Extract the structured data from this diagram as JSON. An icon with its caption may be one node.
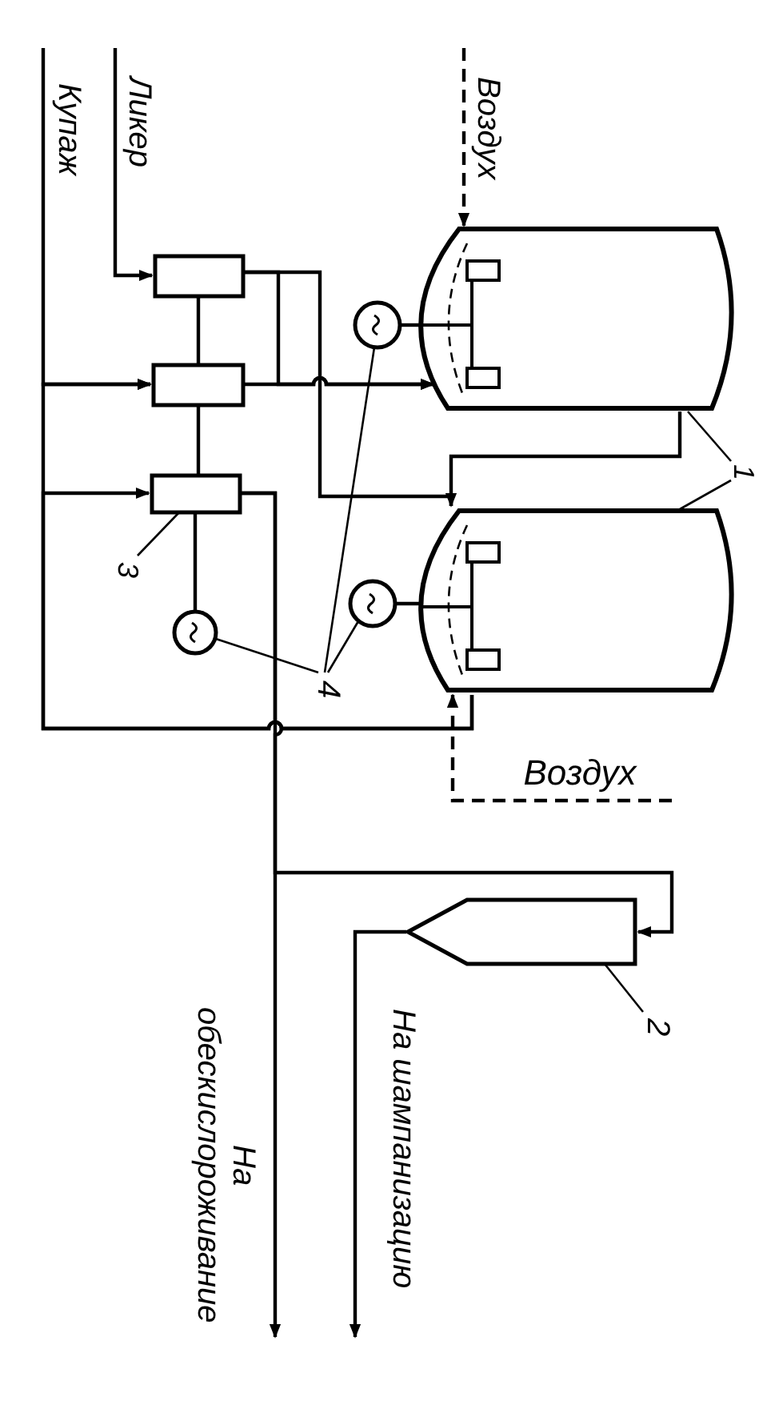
{
  "diagram": {
    "nodes": [
      {
        "text": [
          "Ликер"
        ]
      },
      {
        "text": [
          "Купаж"
        ]
      },
      {
        "text": [
          "Воздух"
        ]
      },
      {
        "text": [],
        "shape": "cylinder"
      },
      {
        "text": [],
        "shape": "cylinder"
      },
      {
        "text": [],
        "shape": "box"
      },
      {
        "text": [],
        "shape": "box"
      },
      {
        "text": [],
        "shape": "box"
      },
      {
        "text": [],
        "shape": "circle"
      },
      {
        "text": [],
        "shape": "circle"
      },
      {
        "text": [],
        "shape": "circle"
      },
      {
        "text": [],
        "shape": "box"
      },
      {
        "text": [
          "Воздух"
        ]
      },
      {
        "text": [
          "На обескислороживание"
        ]
      },
      {
        "text": [
          "На шампанизацию"
        ]
      },
      {
        "text": [
          "1"
        ]
      },
      {
        "text": [
          "3"
        ]
      },
      {
        "text": [
          "4"
        ]
      },
      {
        "text": [
          "2"
        ]
      }
    ],
    "edges": [
      {
        "from": 0,
        "to": 5,
        "arrow": "to"
      },
      {
        "from": 1,
        "to": 6,
        "arrow": "to"
      },
      {
        "from": 2,
        "to": 3,
        "arrow": "to",
        "style": "dashed"
      },
      {
        "from": 4,
        "to": 6,
        "arrow": "to"
      },
      {
        "from": 4,
        "to": 7,
        "arrow": "to"
      },
      {
        "from": 5,
        "to": 6,
        "arrow": "none"
      },
      {
        "from": 6,
        "to": 7,
        "arrow": "none"
      },
      {
        "from": 7,
        "to": 10,
        "arrow": "none"
      },
      {
        "from": 5,
        "to": 3,
        "arrow": "to"
      },
      {
        "from": 5,
        "to": 4,
        "arrow": "to"
      },
      {
        "from": 6,
        "to": 3,
        "arrow": "to"
      },
      {
        "from": 3,
        "to": 4,
        "arrow": "none"
      },
      {
        "from": 7,
        "to": 13,
        "arrow": "to"
      },
      {
        "from": 7,
        "to": 11,
        "arrow": "to"
      },
      {
        "from": 11,
        "to": 14,
        "arrow": "to"
      },
      {
        "from": 12,
        "to": 4,
        "arrow": "to",
        "style": "dashed"
      },
      {
        "from": 8,
        "to": 3,
        "arrow": "none"
      },
      {
        "from": 9,
        "to": 4,
        "arrow": "none"
      },
      {
        "from": 15,
        "to": 3,
        "arrow": "none"
      },
      {
        "from": 15,
        "to": 4,
        "arrow": "none"
      },
      {
        "from": 16,
        "to": 7,
        "arrow": "none"
      },
      {
        "from": 17,
        "to": 8,
        "arrow": "none"
      },
      {
        "from": 17,
        "to": 9,
        "arrow": "none"
      },
      {
        "from": 17,
        "to": 10,
        "arrow": "none"
      },
      {
        "from": 18,
        "to": 11,
        "arrow": "none"
      }
    ]
  }
}
